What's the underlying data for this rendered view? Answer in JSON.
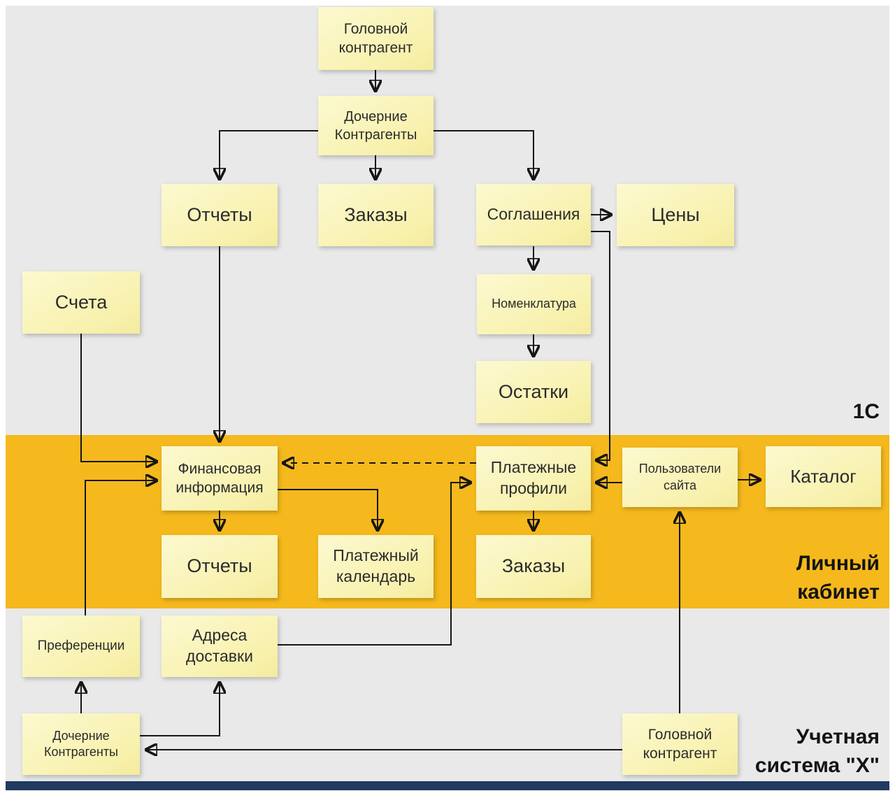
{
  "colors": {
    "background": "#e9e9e9",
    "band": "#f5b91d",
    "note": "#f8f1ad",
    "footer_bar": "#203a60",
    "arrow": "#161616"
  },
  "sections": {
    "top": {
      "label": "1С"
    },
    "middle": {
      "label_line1": "Личный",
      "label_line2": "кабинет"
    },
    "bottom": {
      "label_line1": "Учетная",
      "label_line2": "система \"X\""
    }
  },
  "nodes": {
    "head_counterparty_1c": {
      "label": "Головной контрагент"
    },
    "child_counterparties_1c": {
      "label": "Дочерние Контрагенты"
    },
    "reports_1c": {
      "label": "Отчеты"
    },
    "orders_1c": {
      "label": "Заказы"
    },
    "agreements": {
      "label": "Соглашения"
    },
    "prices": {
      "label": "Цены"
    },
    "invoices": {
      "label": "Счета"
    },
    "nomenclature": {
      "label": "Номенклатура"
    },
    "stock_balances": {
      "label": "Остатки"
    },
    "financial_info": {
      "label": "Финансовая информация"
    },
    "payment_profiles": {
      "label": "Платежные профили"
    },
    "site_users": {
      "label": "Пользователи сайта"
    },
    "catalog": {
      "label": "Каталог"
    },
    "reports_cabinet": {
      "label": "Отчеты"
    },
    "payment_calendar": {
      "label": "Платежный календарь"
    },
    "orders_cabinet": {
      "label": "Заказы"
    },
    "preferences": {
      "label": "Преференции"
    },
    "delivery_addresses": {
      "label": "Адреса доставки"
    },
    "child_counterparties_x": {
      "label": "Дочерние Контрагенты"
    },
    "head_counterparty_x": {
      "label": "Головной контрагент"
    }
  }
}
